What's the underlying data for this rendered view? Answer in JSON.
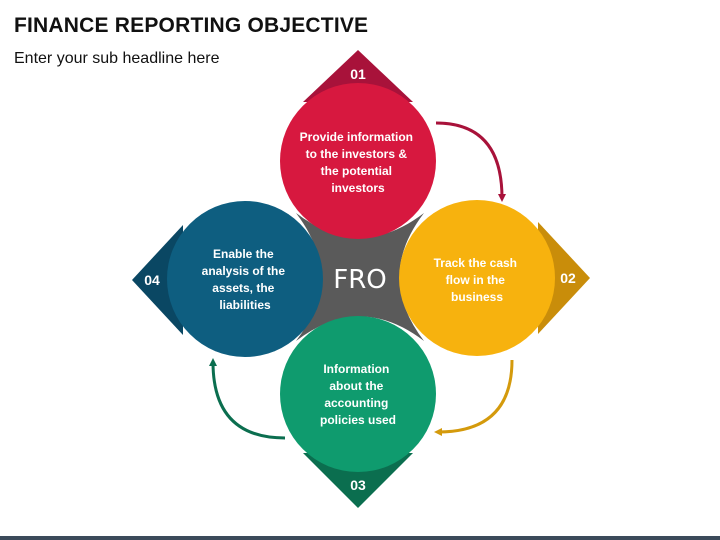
{
  "header": {
    "title": "FINANCE REPORTING OBJECTIVE",
    "subtitle": "Enter your sub headline here"
  },
  "center": {
    "label": "FRO",
    "color": "#5a5a5a"
  },
  "steps": [
    {
      "number": "01",
      "lines": [
        "Provide information",
        "to the investors &",
        "the potential",
        "investors"
      ],
      "color": "#d7183f",
      "tip_color": "#a8123a",
      "arrow_color": "#a8123a"
    },
    {
      "number": "02",
      "lines": [
        "Track the cash",
        "flow in the",
        "business"
      ],
      "color": "#f7b20e",
      "tip_color": "#c98d0a",
      "arrow_color": "#d49a0c"
    },
    {
      "number": "03",
      "lines": [
        "Information",
        "about the",
        "accounting",
        "policies used"
      ],
      "color": "#0f9b6e",
      "tip_color": "#0b6e4f",
      "arrow_color": "#0b6e4f"
    },
    {
      "number": "04",
      "lines": [
        "Enable the",
        "analysis of the",
        "assets, the",
        "liabilities"
      ],
      "color": "#0e5e80",
      "tip_color": "#0a4763",
      "arrow_color": "#0e5e80"
    }
  ]
}
